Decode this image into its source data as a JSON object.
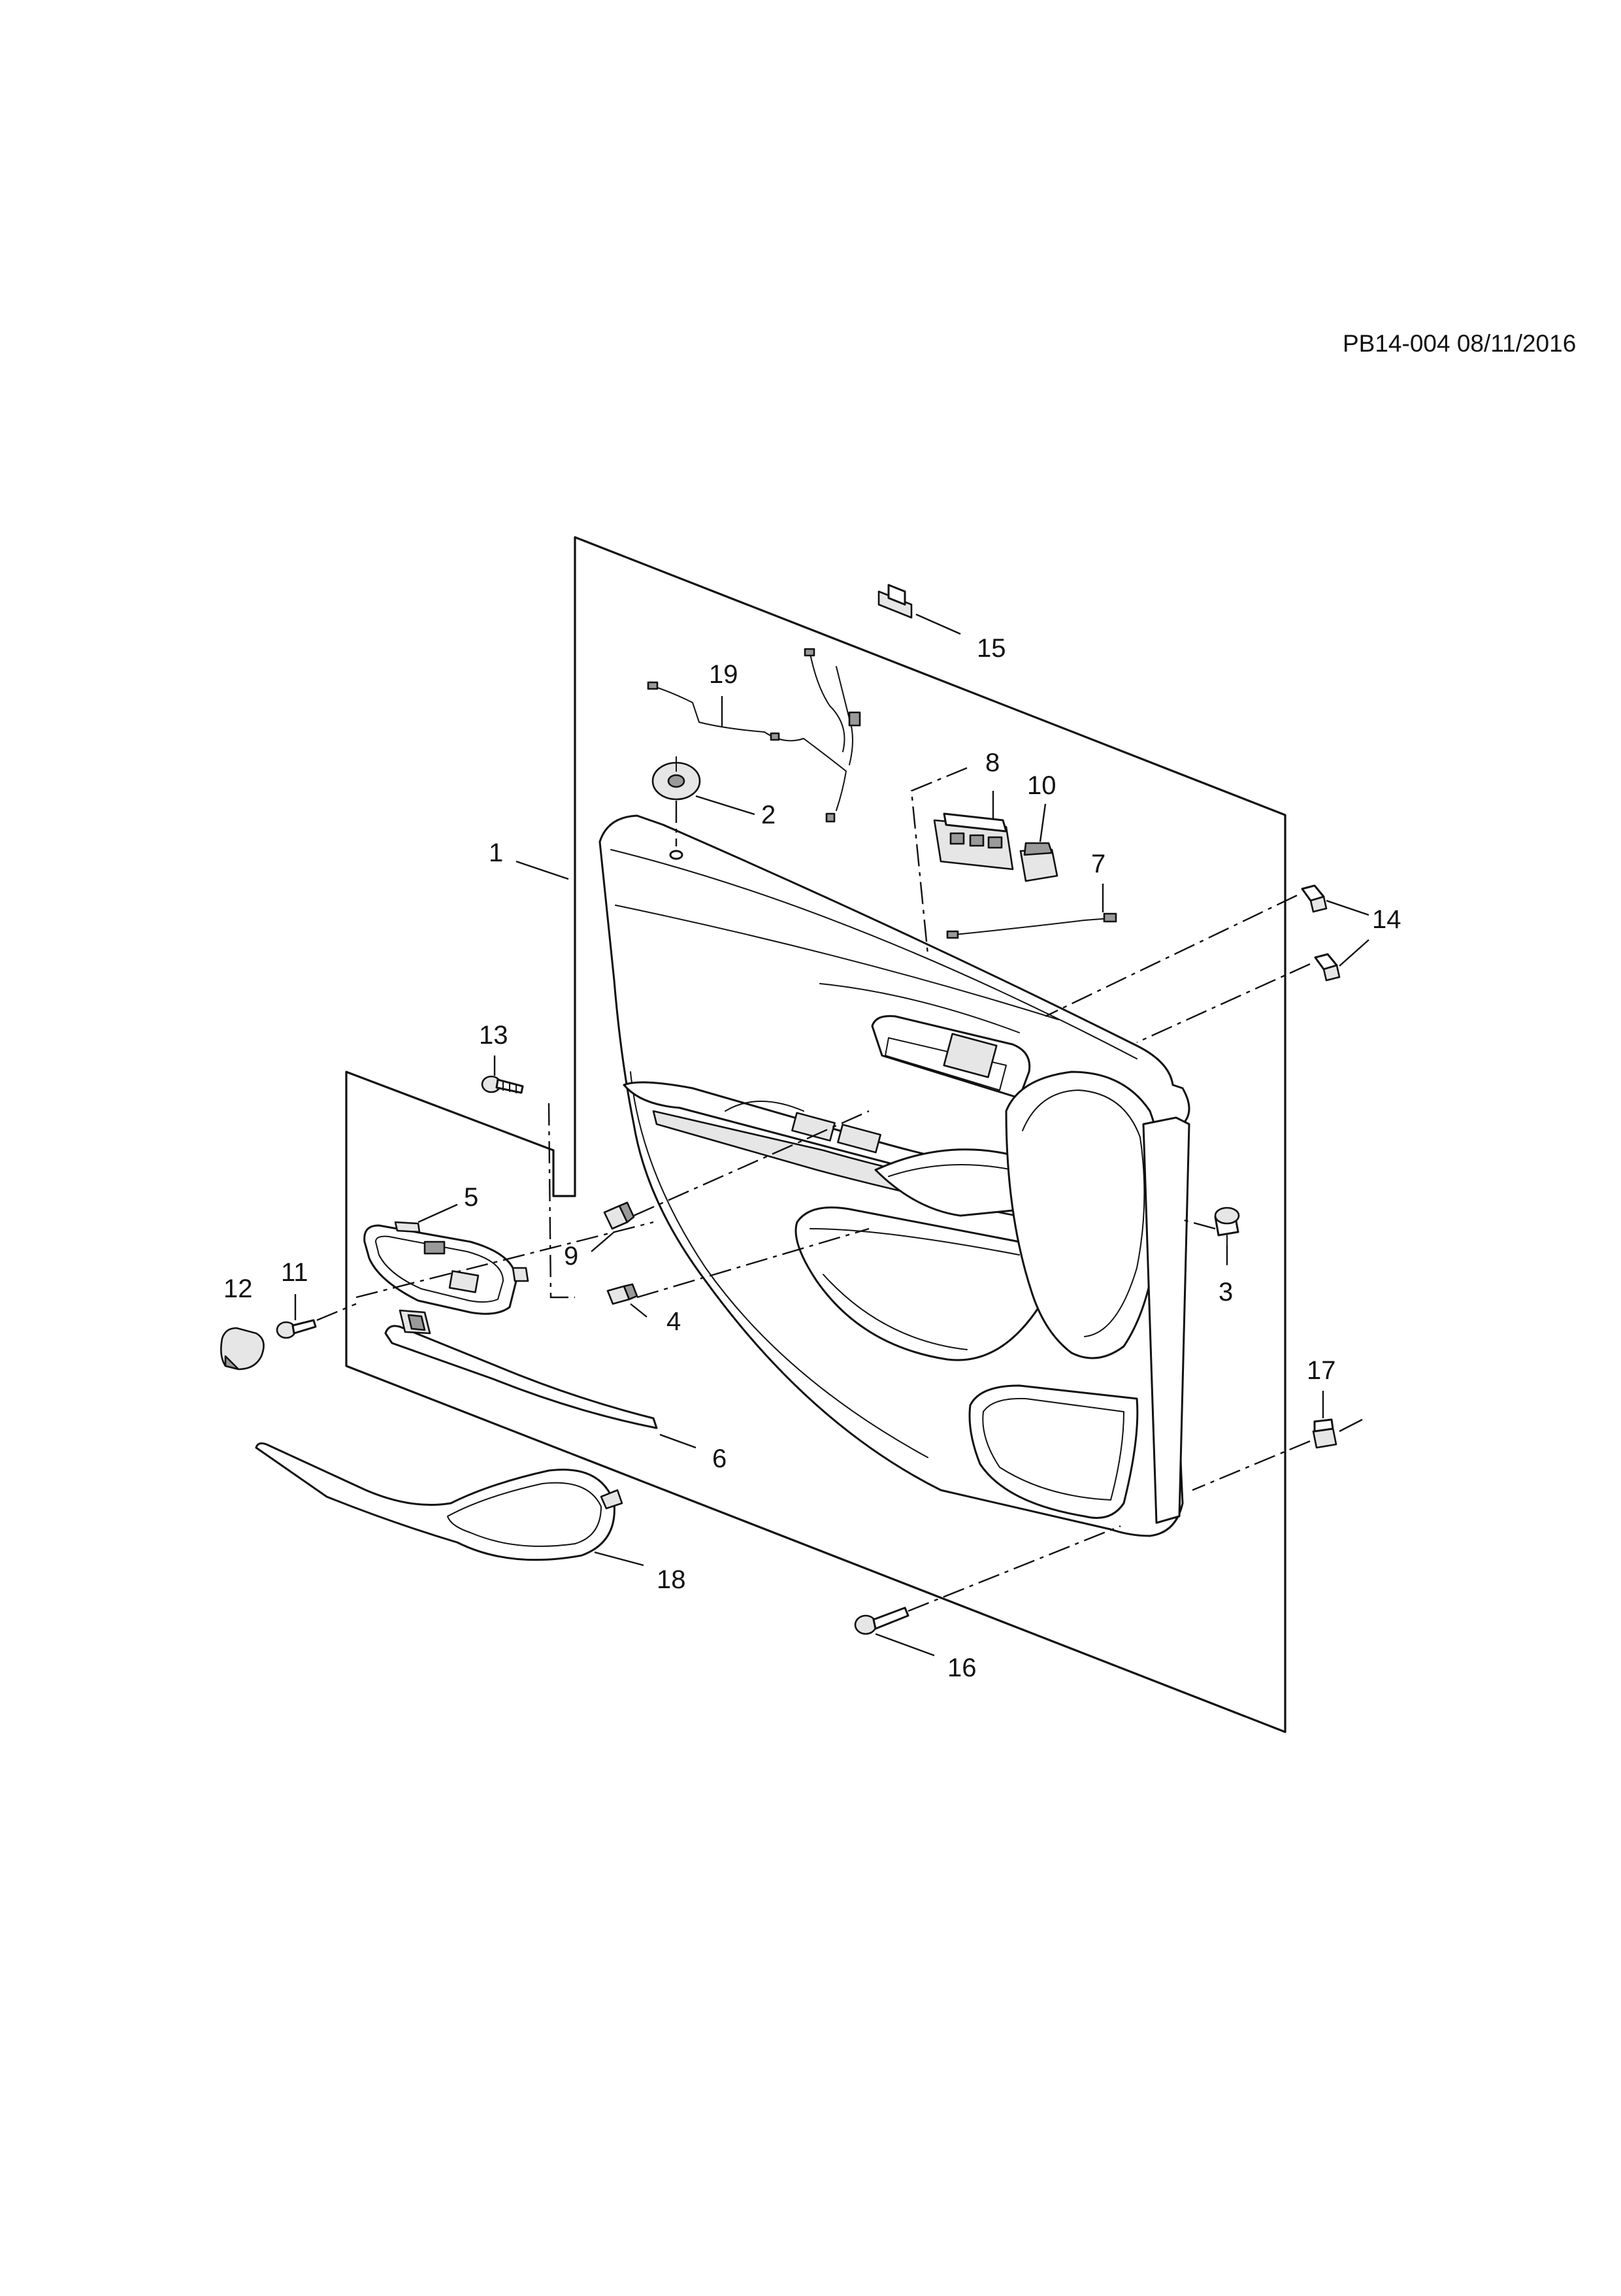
{
  "header": {
    "doc_ref": "PB14-004 08/11/2016"
  },
  "callouts": {
    "c1": "1",
    "c2": "2",
    "c3": "3",
    "c4": "4",
    "c5": "5",
    "c6": "6",
    "c7": "7",
    "c8": "8",
    "c9": "9",
    "c10": "10",
    "c11": "11",
    "c12": "12",
    "c13": "13",
    "c14": "14",
    "c15": "15",
    "c16": "16",
    "c17": "17",
    "c18": "18",
    "c19": "19"
  }
}
